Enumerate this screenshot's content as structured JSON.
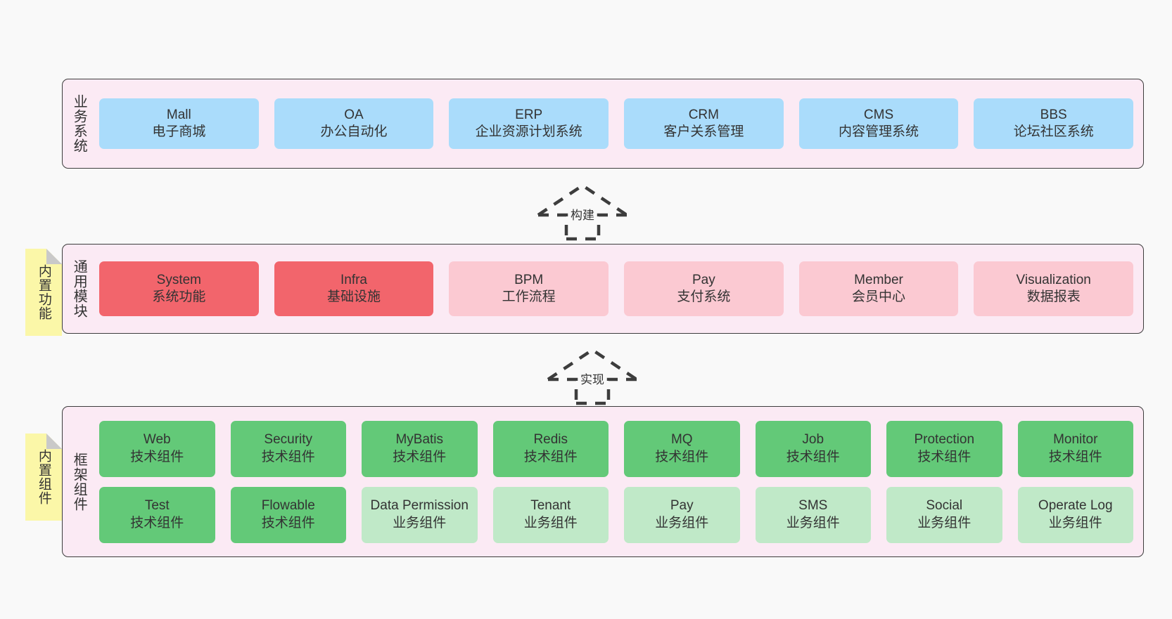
{
  "meta": {
    "background": "#f9f9f9",
    "layer_bg": "#fbeaf4",
    "layer_border": "#3d3d3d",
    "note_bg": "#fbf7a8",
    "note_fold": "#c9c9c9",
    "blue": "#aadcfb",
    "red_strong": "#f2656c",
    "red_light": "#fbc9d2",
    "green_strong": "#63c978",
    "green_light": "#c0e9c8",
    "text": "#333333"
  },
  "layers": [
    {
      "id": "business",
      "title": "业务系统",
      "rows": [
        {
          "cells": [
            {
              "en": "Mall",
              "cn": "电子商城",
              "color": "#aadcfb"
            },
            {
              "en": "OA",
              "cn": "办公自动化",
              "color": "#aadcfb"
            },
            {
              "en": "ERP",
              "cn": "企业资源计划系统",
              "color": "#aadcfb"
            },
            {
              "en": "CRM",
              "cn": "客户关系管理",
              "color": "#aadcfb"
            },
            {
              "en": "CMS",
              "cn": "内容管理系统",
              "color": "#aadcfb"
            },
            {
              "en": "BBS",
              "cn": "论坛社区系统",
              "color": "#aadcfb"
            }
          ]
        }
      ]
    },
    {
      "id": "common",
      "title": "通用模块",
      "note": "内置功能",
      "rows": [
        {
          "cells": [
            {
              "en": "System",
              "cn": "系统功能",
              "color": "#f2656c"
            },
            {
              "en": "Infra",
              "cn": "基础设施",
              "color": "#f2656c"
            },
            {
              "en": "BPM",
              "cn": "工作流程",
              "color": "#fbc9d2"
            },
            {
              "en": "Pay",
              "cn": "支付系统",
              "color": "#fbc9d2"
            },
            {
              "en": "Member",
              "cn": "会员中心",
              "color": "#fbc9d2"
            },
            {
              "en": "Visualization",
              "cn": "数据报表",
              "color": "#fbc9d2"
            }
          ]
        }
      ]
    },
    {
      "id": "framework",
      "title": "框架组件",
      "note": "内置组件",
      "rows": [
        {
          "cells": [
            {
              "en": "Web",
              "cn": "技术组件",
              "color": "#63c978"
            },
            {
              "en": "Security",
              "cn": "技术组件",
              "color": "#63c978"
            },
            {
              "en": "MyBatis",
              "cn": "技术组件",
              "color": "#63c978"
            },
            {
              "en": "Redis",
              "cn": "技术组件",
              "color": "#63c978"
            },
            {
              "en": "MQ",
              "cn": "技术组件",
              "color": "#63c978"
            },
            {
              "en": "Job",
              "cn": "技术组件",
              "color": "#63c978"
            },
            {
              "en": "Protection",
              "cn": "技术组件",
              "color": "#63c978"
            },
            {
              "en": "Monitor",
              "cn": "技术组件",
              "color": "#63c978"
            }
          ]
        },
        {
          "cells": [
            {
              "en": "Test",
              "cn": "技术组件",
              "color": "#63c978"
            },
            {
              "en": "Flowable",
              "cn": "技术组件",
              "color": "#63c978"
            },
            {
              "en": "Data Permission",
              "cn": "业务组件",
              "color": "#c0e9c8"
            },
            {
              "en": "Tenant",
              "cn": "业务组件",
              "color": "#c0e9c8"
            },
            {
              "en": "Pay",
              "cn": "业务组件",
              "color": "#c0e9c8"
            },
            {
              "en": "SMS",
              "cn": "业务组件",
              "color": "#c0e9c8"
            },
            {
              "en": "Social",
              "cn": "业务组件",
              "color": "#c0e9c8"
            },
            {
              "en": "Operate Log",
              "cn": "业务组件",
              "color": "#c0e9c8"
            }
          ]
        }
      ]
    }
  ],
  "arrows": [
    {
      "id": "build",
      "label": "构建"
    },
    {
      "id": "implement",
      "label": "实现"
    }
  ]
}
